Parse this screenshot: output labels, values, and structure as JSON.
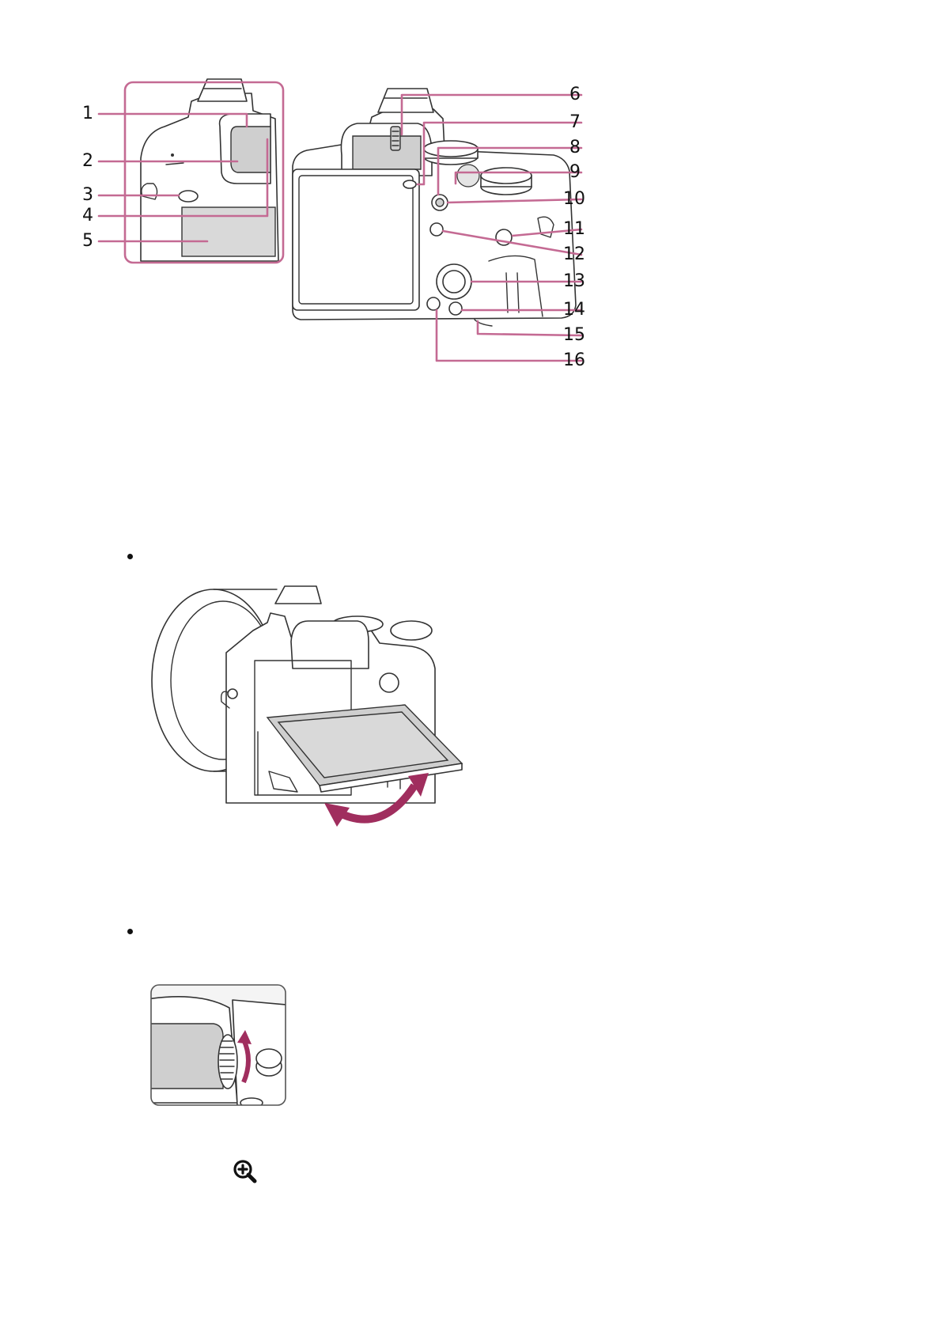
{
  "figure1": {
    "left_labels": [
      "1",
      "2",
      "3",
      "4",
      "5"
    ],
    "right_labels": [
      "6",
      "7",
      "8",
      "9",
      "10",
      "11",
      "12",
      "13",
      "14",
      "15",
      "16"
    ],
    "callout_color": "#c46a93"
  },
  "icons": {
    "arrow": "curved-arrow-icon",
    "zoom": "zoom-in-icon"
  }
}
